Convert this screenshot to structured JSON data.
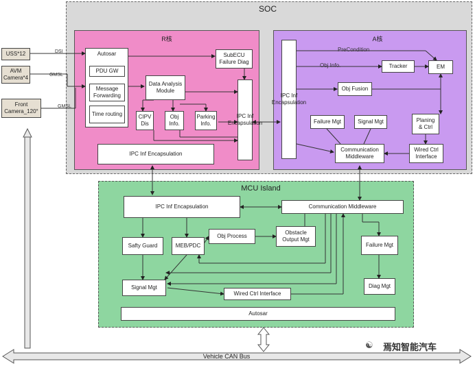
{
  "soc": {
    "title": "SOC"
  },
  "r_core": {
    "title": "R核",
    "autosar": "Autosar",
    "pdu_gw": "PDU GW",
    "message_forwarding": "Message Forwarding",
    "time_routing": "Time routing",
    "data_analysis": "Data Analysis Module",
    "subecu": "SubECU Failure Diag",
    "cipv": "CIPV Dis",
    "obj_info": "Obj Info.",
    "parking_info": "Parking Info.",
    "ipc_vertical": "IPC Inf Encapsulation",
    "ipc_bottom": "IPC Inf Encapsulation"
  },
  "a_core": {
    "title": "A核",
    "ipc_vertical": "IPC Inf Encapsulation",
    "precondition": "PreCondition",
    "obj_info": "Obj Info.",
    "tracker": "Tracker",
    "em": "EM",
    "obj_fusion": "Obj Fusion",
    "failure_mgt": "Failure Mgt",
    "signal_mgt": "Signal Mgt",
    "planing": "Planing & Ctrl",
    "comm_middleware": "Communication Middleware",
    "wired_ctrl": "Wired Ctrl Interface"
  },
  "sensors": {
    "uss": "USS*12",
    "avm": "AVM Camera*4",
    "front": "Front Camera_120°",
    "dsi": "DSI",
    "gmsl1": "GMSL",
    "gmsl2": "GMSL"
  },
  "mcu": {
    "title": "MCU Island",
    "ipc": "IPC Inf Encapsulation",
    "comm_middleware": "Communication Middleware",
    "safty_guard": "Safty Guard",
    "meb_pdc": "MEB/PDC",
    "obj_process": "Obj Process",
    "obstacle_output": "Obstacle Output Mgt",
    "failure_mgt": "Failure Mgt",
    "signal_mgt": "Signal Mgt",
    "wired_ctrl": "Wired Ctrl Interface",
    "diag_mgt": "Diag Mgt",
    "autosar": "Autosar"
  },
  "bus": {
    "label": "Vehicle CAN Bus"
  },
  "watermark": {
    "text": "焉知智能汽车"
  },
  "colors": {
    "soc_bg": "#d9d9d9",
    "r_core_bg": "#f08cc8",
    "a_core_bg": "#c99af0",
    "mcu_bg": "#8ed6a0",
    "sensor_bg": "#e6dfd2"
  }
}
